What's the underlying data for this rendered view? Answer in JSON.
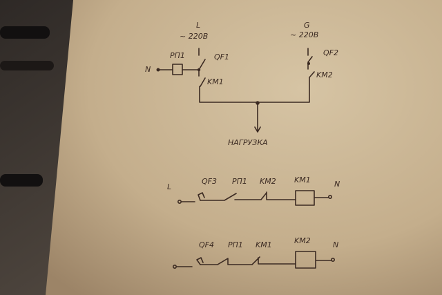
{
  "top_circuit": {
    "phase_label": "L",
    "phase_voltage": "~ 220В",
    "generator_label": "G",
    "generator_voltage": "~ 220В",
    "neutral_label": "N",
    "relay_label": "РП1",
    "breaker1_label": "QF1",
    "breaker2_label": "QF2",
    "contact1_label": "KM1",
    "contact2_label": "KM2",
    "load_label": "НАГРУЗКА"
  },
  "control_line_1": {
    "start_label": "L",
    "breaker_label": "QF3",
    "relay_contact_label": "РП1",
    "interlock_label": "KM2",
    "coil_label": "KM1",
    "end_label": "N"
  },
  "control_line_2": {
    "breaker_label": "QF4",
    "relay_contact_label": "РП1",
    "interlock_label": "KM1",
    "coil_label": "KM2",
    "end_label": "N"
  }
}
